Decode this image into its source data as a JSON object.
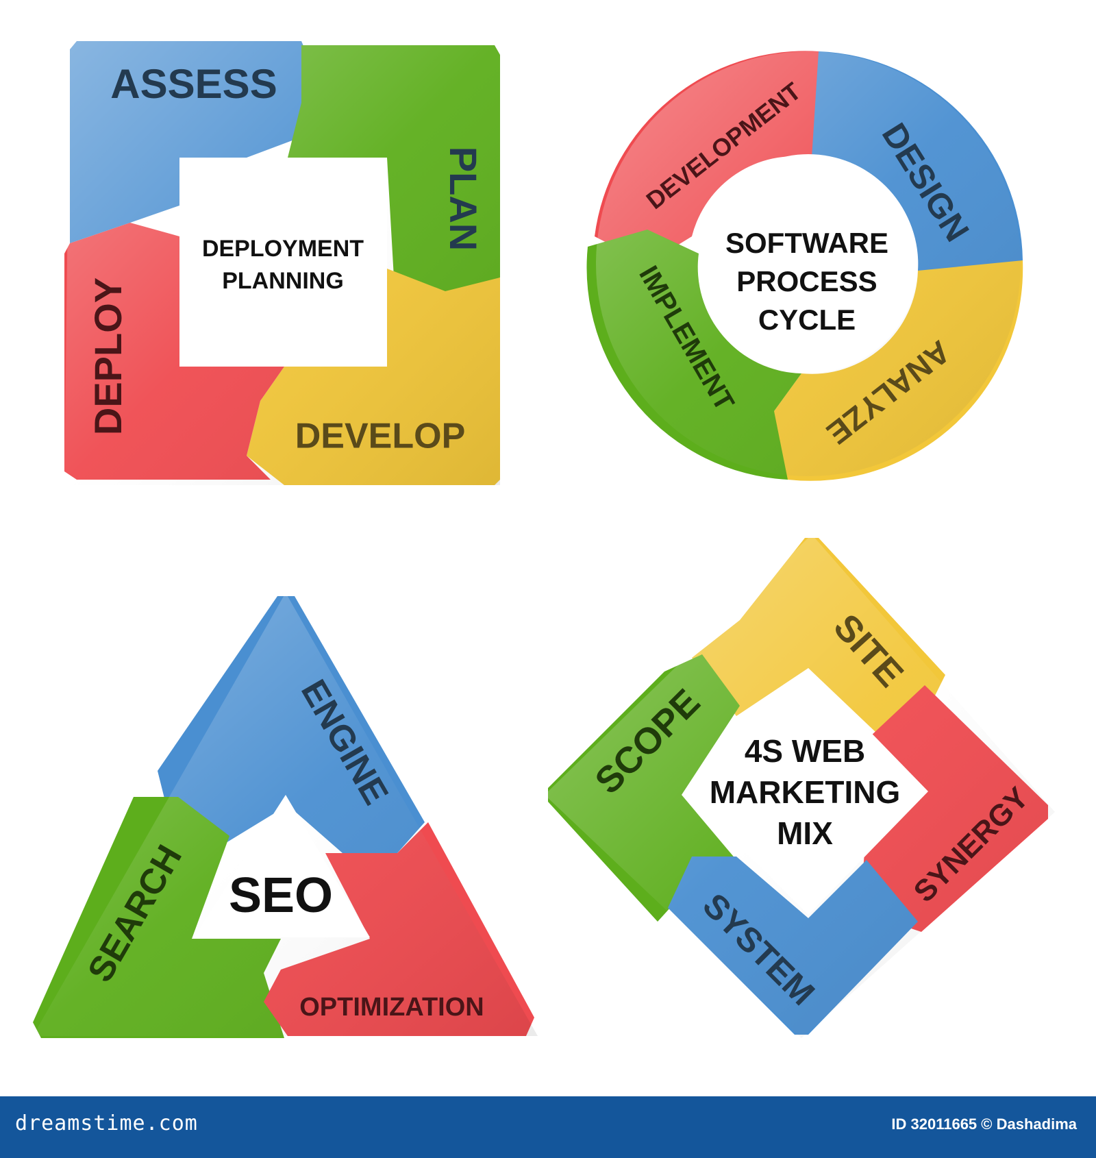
{
  "colors": {
    "blue": "#4a8fd1",
    "green": "#5dae1c",
    "red": "#ef4b50",
    "yellow": "#f2c73a",
    "text_dark": "#233a4f",
    "footer_bg": "#14569b"
  },
  "diagrams": [
    {
      "id": "deployment-planning",
      "center_text": [
        "DEPLOYMENT",
        "PLANNING"
      ],
      "segments": [
        "ASSESS",
        "PLAN",
        "DEVELOP",
        "DEPLOY"
      ]
    },
    {
      "id": "software-process-cycle",
      "center_text": [
        "SOFTWARE",
        "PROCESS",
        "CYCLE"
      ],
      "segments": [
        "DEVELOPMENT",
        "DESIGN",
        "ANALYZE",
        "IMPLEMENT"
      ]
    },
    {
      "id": "seo",
      "center_text": [
        "SEO"
      ],
      "segments": [
        "ENGINE",
        "SEARCH",
        "OPTIMIZATION"
      ]
    },
    {
      "id": "web-marketing-mix",
      "center_text": [
        "4S WEB",
        "MARKETING",
        "MIX"
      ],
      "segments": [
        "SITE",
        "SCOPE",
        "SYNERGY",
        "SYSTEM"
      ]
    }
  ],
  "footer": {
    "site": "dreamstime.com",
    "id_text": "ID 32011665 © Dashadima"
  }
}
